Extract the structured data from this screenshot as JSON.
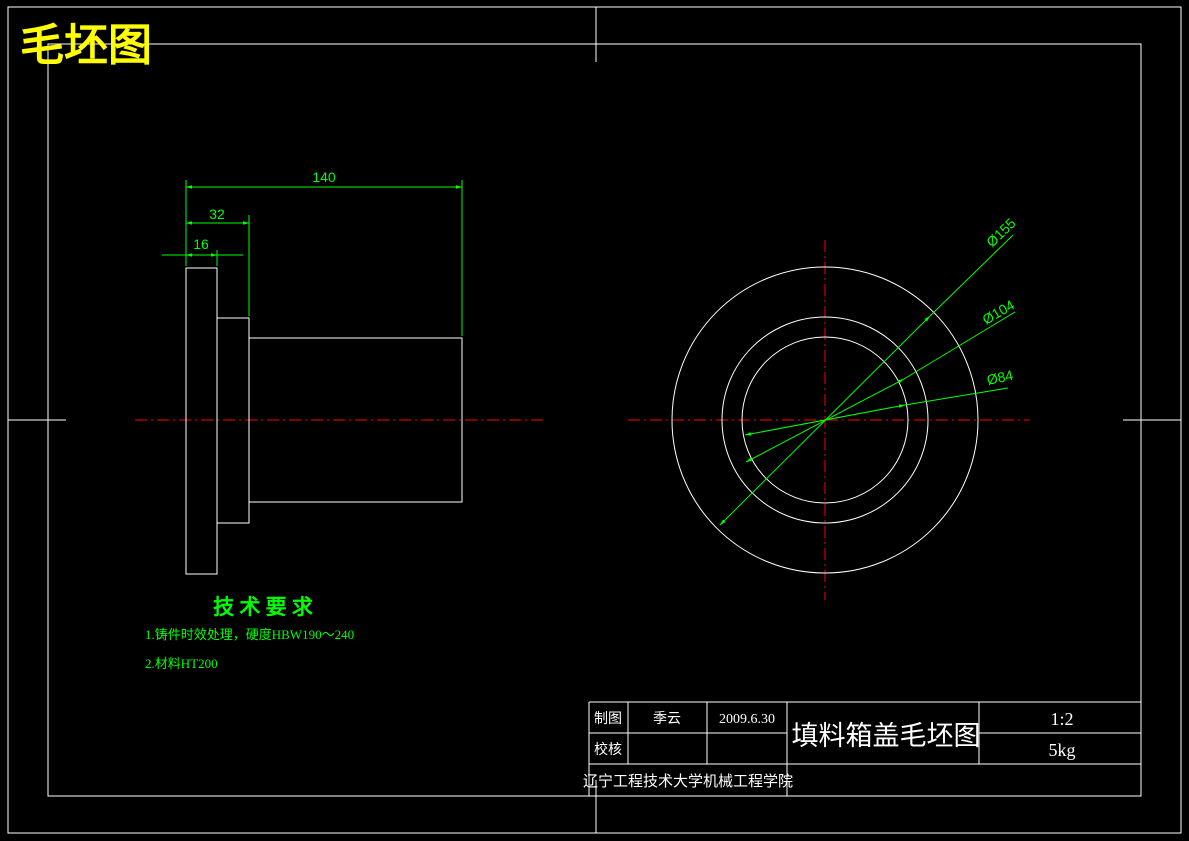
{
  "title": "毛坯图",
  "colors": {
    "background": "#000000",
    "outline": "#ffffff",
    "dimension": "#00ff00",
    "centerline": "#ff0000",
    "title": "#ffff00",
    "notes": "#00ff00"
  },
  "dimensions": {
    "length_total": "140",
    "length_step": "32",
    "flange_width": "16",
    "dia_outer": "Ø155",
    "dia_mid": "Ø104",
    "dia_inner": "Ø84"
  },
  "technical_requirements": {
    "heading": "技 术 要 求",
    "items": [
      "1.铸件时效处理，硬度HBW190～240",
      "2.材料HT200"
    ]
  },
  "title_block": {
    "drawn_label": "制图",
    "drawn_by": "季云",
    "date": "2009.6.30",
    "checked_label": "校核",
    "part_name": "填料箱盖毛坯图",
    "scale": "1:2",
    "weight": "5kg",
    "institution": "辽宁工程技术大学机械工程学院"
  }
}
